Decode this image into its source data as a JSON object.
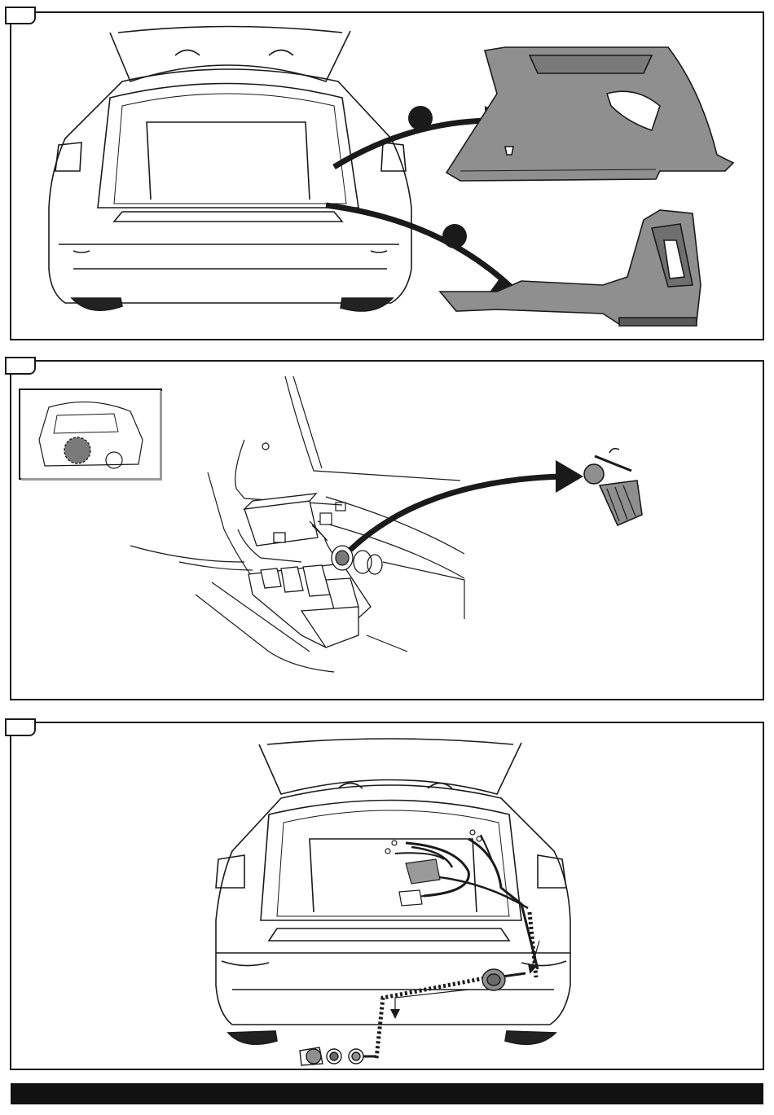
{
  "steps": [
    {
      "id": "step-1",
      "label": ""
    },
    {
      "id": "step-2",
      "label": ""
    },
    {
      "id": "step-3",
      "label": ""
    }
  ],
  "footer": {
    "text": ""
  },
  "colors": {
    "line": "#1a1a1a",
    "panel_fill": "#8f8f8f",
    "panel_dark": "#5a5a5a",
    "white": "#ffffff",
    "light_gray": "#cfcfcf"
  },
  "icons": [
    "numbered-callout-icon",
    "arrow-icon",
    "trash-bin-icon",
    "grommet-plug-icon",
    "connector-icon"
  ]
}
